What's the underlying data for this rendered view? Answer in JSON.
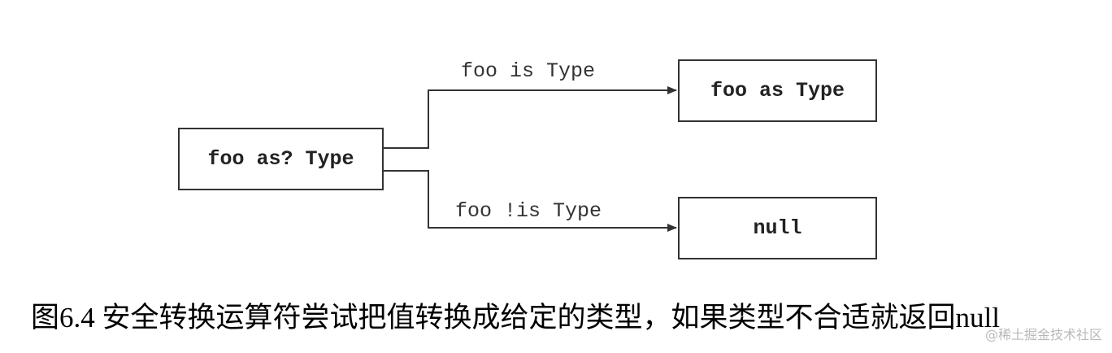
{
  "diagram": {
    "source_box": "foo as? Type",
    "success_box": "foo as Type",
    "failure_box": "null",
    "success_edge_label": "foo is Type",
    "failure_edge_label": "foo !is Type"
  },
  "caption": "图6.4 安全转换运算符尝试把值转换成给定的类型，如果类型不合适就返回null",
  "watermark": "@稀土掘金技术社区",
  "colors": {
    "box_border": "#333333",
    "line": "#333333",
    "text": "#222222"
  }
}
